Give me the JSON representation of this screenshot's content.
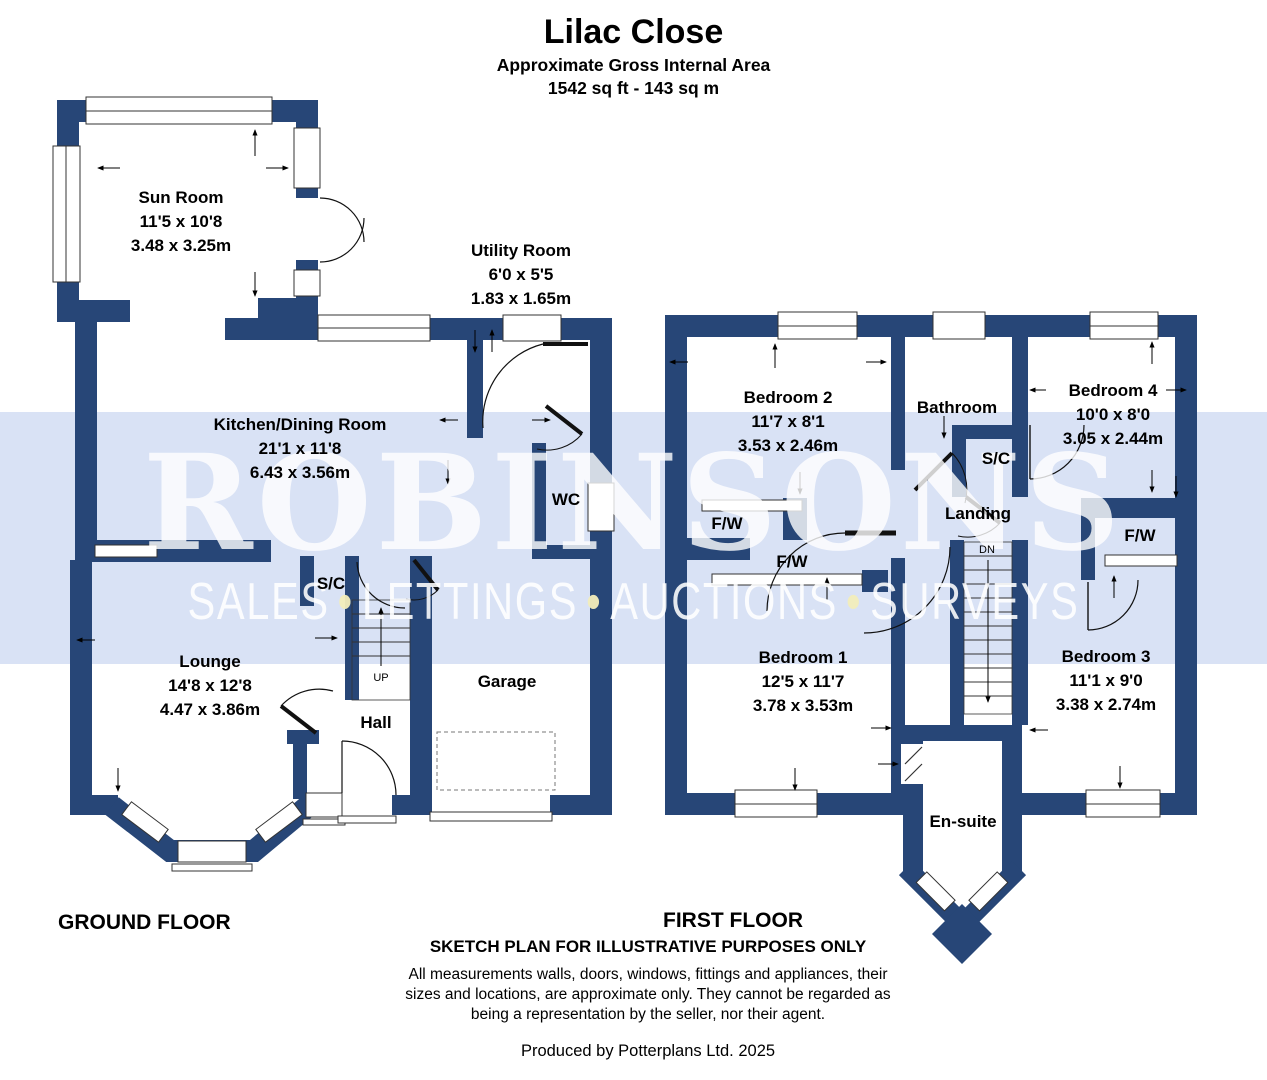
{
  "header": {
    "title": "Lilac Close",
    "subtitle": "Approximate Gross Internal Area",
    "area": "1542 sq ft - 143 sq m"
  },
  "watermark": {
    "name": "ROBINSONS",
    "words": [
      "SALES",
      "LETTINGS",
      "AUCTIONS",
      "SURVEYS"
    ],
    "bullet": "•"
  },
  "ground_floor": {
    "label": "GROUND FLOOR",
    "rooms": {
      "sun_room": {
        "name": "Sun Room",
        "imperial": "11'5 x 10'8",
        "metric": "3.48 x 3.25m"
      },
      "utility_room": {
        "name": "Utility Room",
        "imperial": "6'0 x 5'5",
        "metric": "1.83 x 1.65m"
      },
      "kitchen_dining_room": {
        "name": "Kitchen/Dining Room",
        "imperial": "21'1 x 11'8",
        "metric": "6.43 x 3.56m"
      },
      "wc": {
        "name": "WC"
      },
      "store_cupboard": {
        "name": "S/C"
      },
      "lounge": {
        "name": "Lounge",
        "imperial": "14'8 x 12'8",
        "metric": "4.47 x 3.86m"
      },
      "hall": {
        "name": "Hall"
      },
      "garage": {
        "name": "Garage"
      },
      "stairs": {
        "label": "UP"
      }
    }
  },
  "first_floor": {
    "label": "FIRST FLOOR",
    "rooms": {
      "bedroom_2": {
        "name": "Bedroom 2",
        "imperial": "11'7 x 8'1",
        "metric": "3.53 x 2.46m"
      },
      "bathroom": {
        "name": "Bathroom"
      },
      "store_cupboard": {
        "name": "S/C"
      },
      "bedroom_4": {
        "name": "Bedroom 4",
        "imperial": "10'0 x 8'0",
        "metric": "3.05 x 2.44m"
      },
      "fitted_wardrobe_1": {
        "name": "F/W"
      },
      "fitted_wardrobe_2": {
        "name": "F/W"
      },
      "fitted_wardrobe_3": {
        "name": "F/W"
      },
      "landing": {
        "name": "Landing"
      },
      "bedroom_1": {
        "name": "Bedroom 1",
        "imperial": "12'5 x 11'7",
        "metric": "3.78 x 3.53m"
      },
      "bedroom_3": {
        "name": "Bedroom 3",
        "imperial": "11'1 x 9'0",
        "metric": "3.38 x 2.74m"
      },
      "en_suite": {
        "name": "En-suite"
      },
      "stairs": {
        "label": "DN"
      }
    }
  },
  "footer": {
    "sketch_note": "SKETCH PLAN FOR ILLUSTRATIVE PURPOSES ONLY",
    "disclaimer": "All measurements walls, doors, windows, fittings and appliances, their sizes and locations, are approximate only. They cannot be regarded as being a representation by the seller, nor their agent.",
    "produced_by": "Produced by Potterplans Ltd. 2025"
  },
  "colors": {
    "wall": "#274677",
    "watermark_band": "#d9e2f5",
    "watermark_text": "#ffffff",
    "watermark_bullet": "#f2edbb"
  }
}
